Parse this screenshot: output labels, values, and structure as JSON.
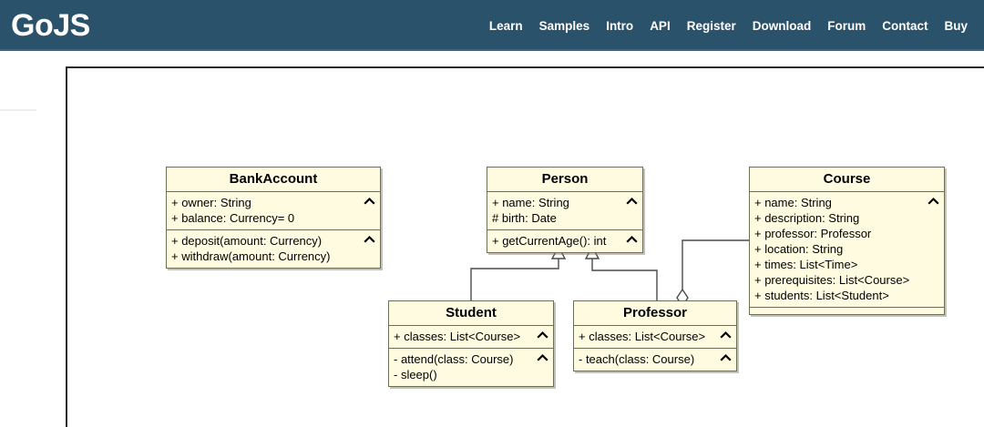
{
  "header": {
    "brand": "GoJS",
    "brand_color": "#2A536B",
    "nav": [
      {
        "label": "Learn"
      },
      {
        "label": "Samples"
      },
      {
        "label": "Intro"
      },
      {
        "label": "API"
      },
      {
        "label": "Register"
      },
      {
        "label": "Download"
      },
      {
        "label": "Forum"
      },
      {
        "label": "Contact"
      },
      {
        "label": "Buy"
      }
    ]
  },
  "diagram": {
    "node_fill": "#FEFBE0",
    "node_stroke": "#6E6E55",
    "link_stroke": "#4A4A4A",
    "classes": [
      {
        "key": "bankaccount",
        "name": "BankAccount",
        "properties": [
          "+ owner: String",
          "+ balance: Currency= 0"
        ],
        "methods": [
          "+ deposit(amount: Currency)",
          "+ withdraw(amount: Currency)"
        ]
      },
      {
        "key": "person",
        "name": "Person",
        "properties": [
          "+ name: String",
          "# birth: Date"
        ],
        "methods": [
          "+ getCurrentAge(): int"
        ]
      },
      {
        "key": "course",
        "name": "Course",
        "properties": [
          "+ name: String",
          "+ description: String",
          "+ professor: Professor",
          "+ location: String",
          "+ times: List<Time>",
          "+ prerequisites: List<Course>",
          "+ students: List<Student>"
        ],
        "methods": []
      },
      {
        "key": "student",
        "name": "Student",
        "properties": [
          "+ classes: List<Course>"
        ],
        "methods": [
          "- attend(class: Course)",
          "- sleep()"
        ]
      },
      {
        "key": "professor",
        "name": "Professor",
        "properties": [
          "+ classes: List<Course>"
        ],
        "methods": [
          "- teach(class: Course)"
        ]
      }
    ],
    "links": [
      {
        "from": "student",
        "to": "person",
        "relationship": "generalization"
      },
      {
        "from": "professor",
        "to": "person",
        "relationship": "generalization"
      },
      {
        "from": "professor",
        "to": "course",
        "relationship": "aggregation"
      }
    ],
    "collapse_icon": "chevron-up-icon"
  }
}
